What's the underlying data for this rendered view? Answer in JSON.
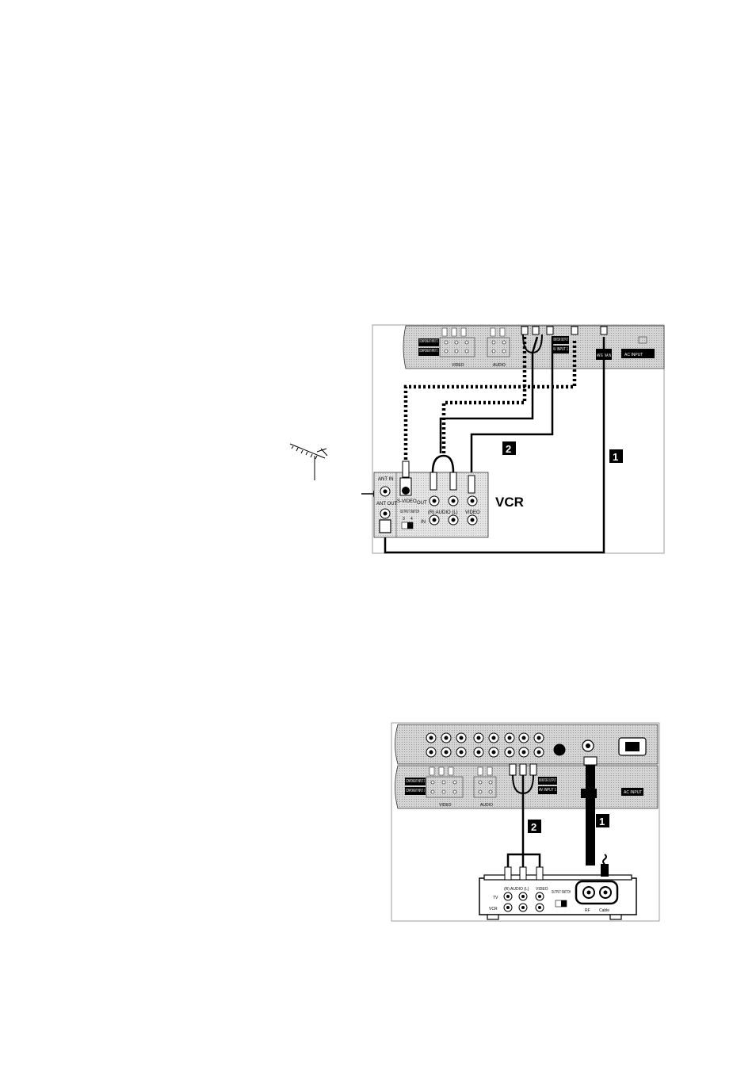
{
  "diagram1": {
    "panel": {
      "component_input_2": "COMPONENT INPUT 2",
      "component_input_1": "COMPONENT INPUT 1",
      "video": "VIDEO",
      "audio": "AUDIO",
      "monitor_output": "MONITOR OUTPUT",
      "av_input_1": "AV INPUT 1",
      "antenna_in": "ANTENNA IN",
      "ac_input": "AC INPUT"
    },
    "vcr": {
      "title": "VCR",
      "ant_in": "ANT IN",
      "ant_out": "ANT OUT",
      "s_video": "S-VIDEO",
      "out": "OUT",
      "in": "IN",
      "audio": "(R) AUDIO (L)",
      "video": "VIDEO",
      "output_switch": "OUTPUT SWITCH",
      "ch3": "3",
      "ch4": "4"
    },
    "badges": [
      "1",
      "2"
    ]
  },
  "diagram2": {
    "panel": {
      "component_input_2": "COMPONENT INPUT 2",
      "component_input_1": "COMPONENT INPUT 1",
      "video": "VIDEO",
      "audio": "AUDIO",
      "monitor_output": "MONITOR OUTPUT",
      "av_input_1": "AV INPUT 1",
      "ac_input": "AC INPUT"
    },
    "box": {
      "audio": "(R) AUDIO (L)",
      "video": "VIDEO",
      "tv": "TV",
      "vcr": "VCR",
      "output_switch": "OUTPUT SWITCH",
      "rf": "RF",
      "cable": "Cable"
    },
    "badges": [
      "1",
      "2"
    ]
  }
}
